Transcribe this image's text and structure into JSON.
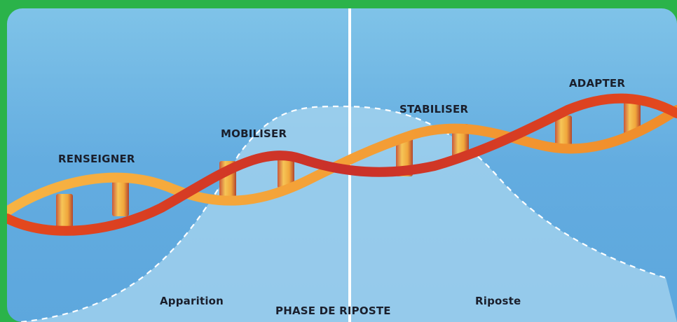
{
  "stages": {
    "renseigner": "RENSEIGNER",
    "mobiliser": "MOBILISER",
    "stabiliser": "STABILISER",
    "adapter": "ADAPTER"
  },
  "bottom": {
    "apparition": "Apparition",
    "phase": "PHASE DE RIPOSTE",
    "riposte": "Riposte"
  },
  "colors": {
    "frame": "#2bb34a",
    "sky_top": "#7fc3e8",
    "sky_bottom": "#5da7dd",
    "curve_fill": "#a8d6ef",
    "strand_a": "#e4491d",
    "strand_b": "#f3a13a",
    "rung": "#f2b441",
    "divider": "#ffffff",
    "text": "#1a1f2c"
  }
}
